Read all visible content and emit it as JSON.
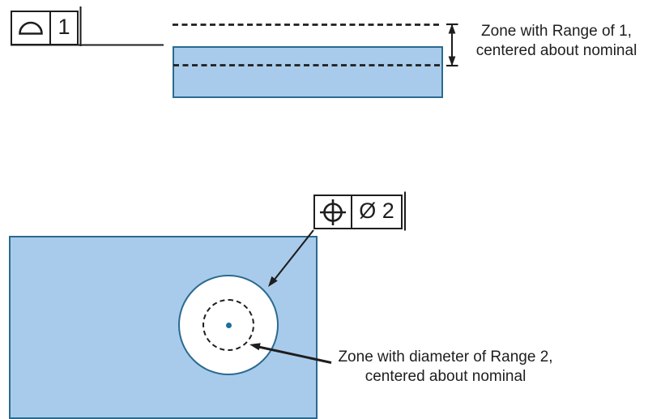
{
  "colors": {
    "fill": "#A9CBEB",
    "border": "#2B6A8F",
    "dot": "#1C6F9F",
    "ink": "#1E1E1E"
  },
  "top_figure": {
    "control_frame": {
      "symbol": "profile-of-a-surface",
      "tolerance": "1"
    },
    "caption": {
      "line1": "Zone with Range of 1,",
      "line2": "centered about nominal"
    }
  },
  "bottom_figure": {
    "control_frame": {
      "symbol": "position",
      "tolerance": "Ø 2"
    },
    "caption": {
      "line1": "Zone with diameter of Range 2,",
      "line2": "centered about nominal"
    }
  }
}
